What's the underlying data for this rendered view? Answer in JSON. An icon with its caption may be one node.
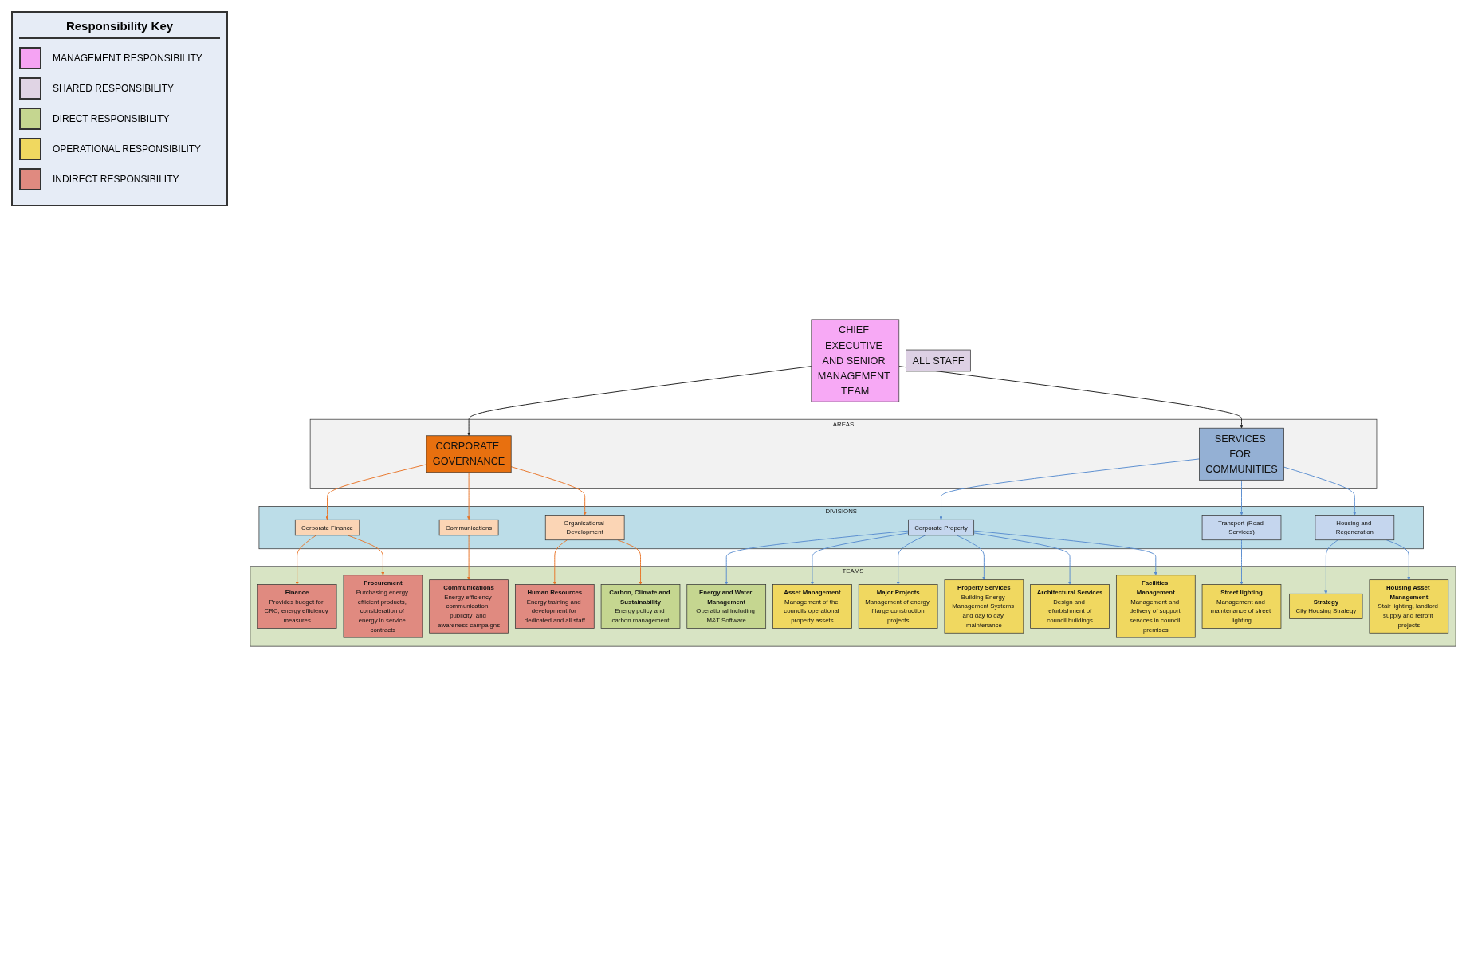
{
  "diagram": {
    "nodes": [
      {
        "text": [
          "CHIEF EXECUTIVE AND SENIOR MANAGEMENT TEAM"
        ]
      },
      {
        "text": [
          "AREAS"
        ]
      },
      {
        "text": [
          "CORPORATE GOVERNANCE"
        ],
        "in": 1
      },
      {
        "text": [
          "SERVICES FOR COMMUNITIES"
        ],
        "in": 1
      },
      {
        "text": [
          "DIVISIONS"
        ]
      },
      {
        "text": [
          "Corporate Finance"
        ],
        "in": 4
      },
      {
        "text": [
          "Communications"
        ],
        "in": 4
      },
      {
        "text": [
          "Organisational Development"
        ],
        "in": 4
      },
      {
        "text": [
          "Corporate Property"
        ],
        "in": 4
      },
      {
        "text": [
          "Transport (Road Services)"
        ],
        "in": 4
      },
      {
        "text": [
          "Housing and Regeneration"
        ],
        "in": 4
      },
      {
        "text": [
          "TEAMS"
        ]
      },
      {
        "text": [
          "Finance",
          "Provides budget for CRC, energy efficiency measures"
        ],
        "in": 11
      },
      {
        "text": [
          "Procurement",
          "Purchasing energy efficient products, consideration of energy in service contracts"
        ],
        "in": 11
      },
      {
        "text": [
          "Communications",
          "Energy efficiency communication, publicity  and awareness campaigns"
        ],
        "in": 11
      },
      {
        "text": [
          "Human Resources",
          "Energy training and development for dedicated and all staff"
        ],
        "in": 11
      },
      {
        "text": [
          "Carbon, Climate and Sustainability",
          "Energy policy and carbon management"
        ],
        "in": 11
      },
      {
        "text": [
          "Energy and Water Management",
          "Operational including M&T Software"
        ],
        "in": 11
      },
      {
        "text": [
          "Asset Management",
          "Management of the councils operational property assets"
        ],
        "in": 11
      },
      {
        "text": [
          "Major Projects",
          "Management of energy if large construction projects"
        ],
        "in": 11
      },
      {
        "text": [
          "Property Services",
          "Building Energy Management Systems and day to day maintenance"
        ],
        "in": 11
      },
      {
        "text": [
          "Architectural Services",
          "Design and refurbishment of council buildings"
        ],
        "in": 11
      },
      {
        "text": [
          "Facilities Management",
          "Management and delivery of support services in council premises"
        ],
        "in": 11
      },
      {
        "text": [
          "Street lighting",
          "Management and maintenance of street lighting"
        ],
        "in": 11
      },
      {
        "text": [
          "Strategy",
          "City Housing Strategy"
        ],
        "in": 11
      },
      {
        "text": [
          "Housing Asset Management",
          "Stair lighting, landlord supply and retrofit projects"
        ],
        "in": 11
      },
      {
        "text": [
          "ALL STAFF"
        ]
      }
    ],
    "edges": [
      {
        "from": 0,
        "to": 2,
        "arrow": "to",
        "color": "#222222"
      },
      {
        "from": 0,
        "to": 3,
        "arrow": "to",
        "color": "#222222"
      },
      {
        "from": 2,
        "to": 5,
        "arrow": "to",
        "color": "#e8762a"
      },
      {
        "from": 2,
        "to": 6,
        "arrow": "to",
        "color": "#e8762a"
      },
      {
        "from": 2,
        "to": 7,
        "arrow": "to",
        "color": "#e8762a"
      },
      {
        "from": 3,
        "to": 8,
        "arrow": "to"
      },
      {
        "from": 3,
        "to": 9,
        "arrow": "to"
      },
      {
        "from": 3,
        "to": 10,
        "arrow": "to"
      },
      {
        "from": 5,
        "to": 12,
        "arrow": "to",
        "color": "#e8762a"
      },
      {
        "from": 5,
        "to": 13,
        "arrow": "to",
        "color": "#e8762a"
      },
      {
        "from": 6,
        "to": 14,
        "arrow": "to",
        "color": "#e8762a"
      },
      {
        "from": 7,
        "to": 15,
        "arrow": "to",
        "color": "#e8762a"
      },
      {
        "from": 7,
        "to": 16,
        "arrow": "to",
        "color": "#e8762a"
      },
      {
        "from": 8,
        "to": 17,
        "arrow": "to"
      },
      {
        "from": 8,
        "to": 18,
        "arrow": "to"
      },
      {
        "from": 8,
        "to": 19,
        "arrow": "to"
      },
      {
        "from": 8,
        "to": 20,
        "arrow": "to"
      },
      {
        "from": 8,
        "to": 21,
        "arrow": "to"
      },
      {
        "from": 8,
        "to": 22,
        "arrow": "to"
      },
      {
        "from": 9,
        "to": 23,
        "arrow": "to"
      },
      {
        "from": 10,
        "to": 24,
        "arrow": "to"
      },
      {
        "from": 10,
        "to": 25,
        "arrow": "to"
      }
    ],
    "labels": [
      "Responsibility Key"
    ],
    "legend": [
      {
        "text": "MANAGEMENT RESPONSIBILITY",
        "color": "#f5a3f3"
      },
      {
        "text": "SHARED RESPONSIBILITY",
        "color": "#e0d4e4"
      },
      {
        "text": "DIRECT RESPONSIBILITY",
        "color": "#c5d690"
      },
      {
        "text": "OPERATIONAL RESPONSIBILITY",
        "color": "#f0d860"
      },
      {
        "text": "INDIRECT RESPONSIBILITY",
        "color": "#e08a80"
      }
    ]
  }
}
